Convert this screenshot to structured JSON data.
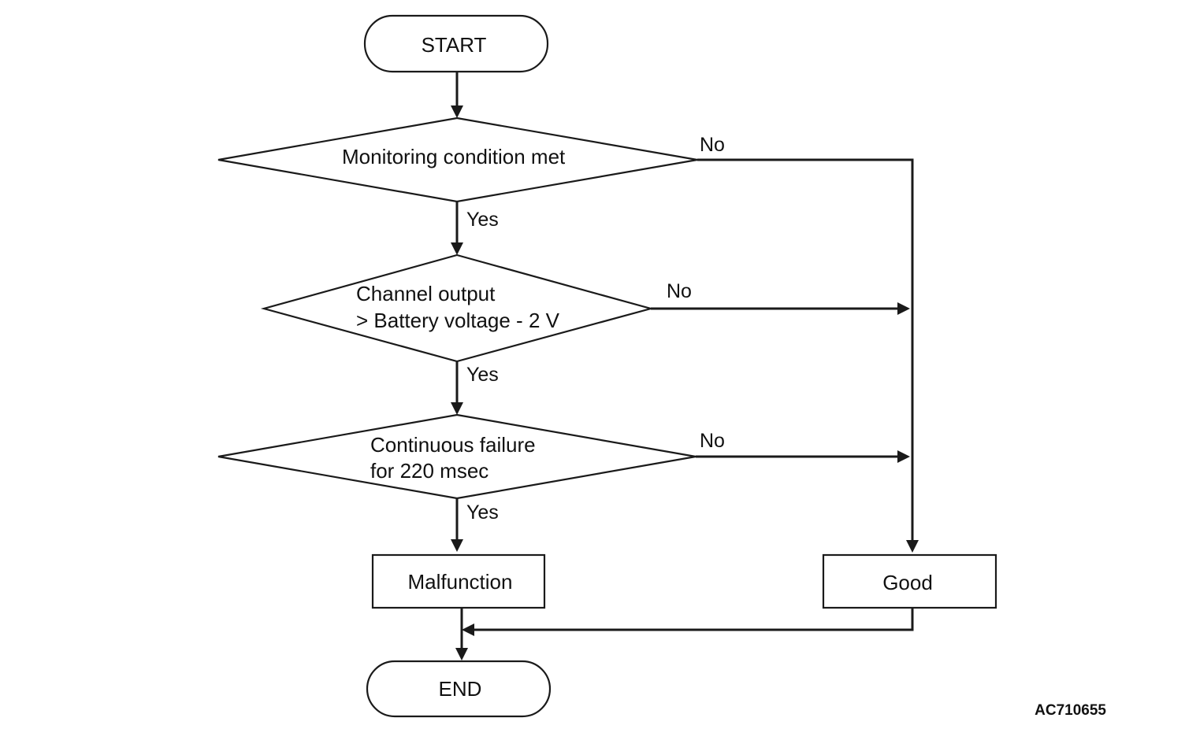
{
  "flowchart": {
    "start": "START",
    "decisions": [
      {
        "lines": [
          "Monitoring condition met"
        ],
        "yes_label": "Yes",
        "no_label": "No"
      },
      {
        "lines": [
          "Channel output",
          "> Battery voltage - 2 V"
        ],
        "yes_label": "Yes",
        "no_label": "No"
      },
      {
        "lines": [
          "Continuous failure",
          "for 220 msec"
        ],
        "yes_label": "Yes",
        "no_label": "No"
      }
    ],
    "malfunction": "Malfunction",
    "good": "Good",
    "end": "END"
  },
  "figure_id": "AC710655",
  "colors": {
    "line": "#1a1a1a",
    "background": "#ffffff"
  }
}
